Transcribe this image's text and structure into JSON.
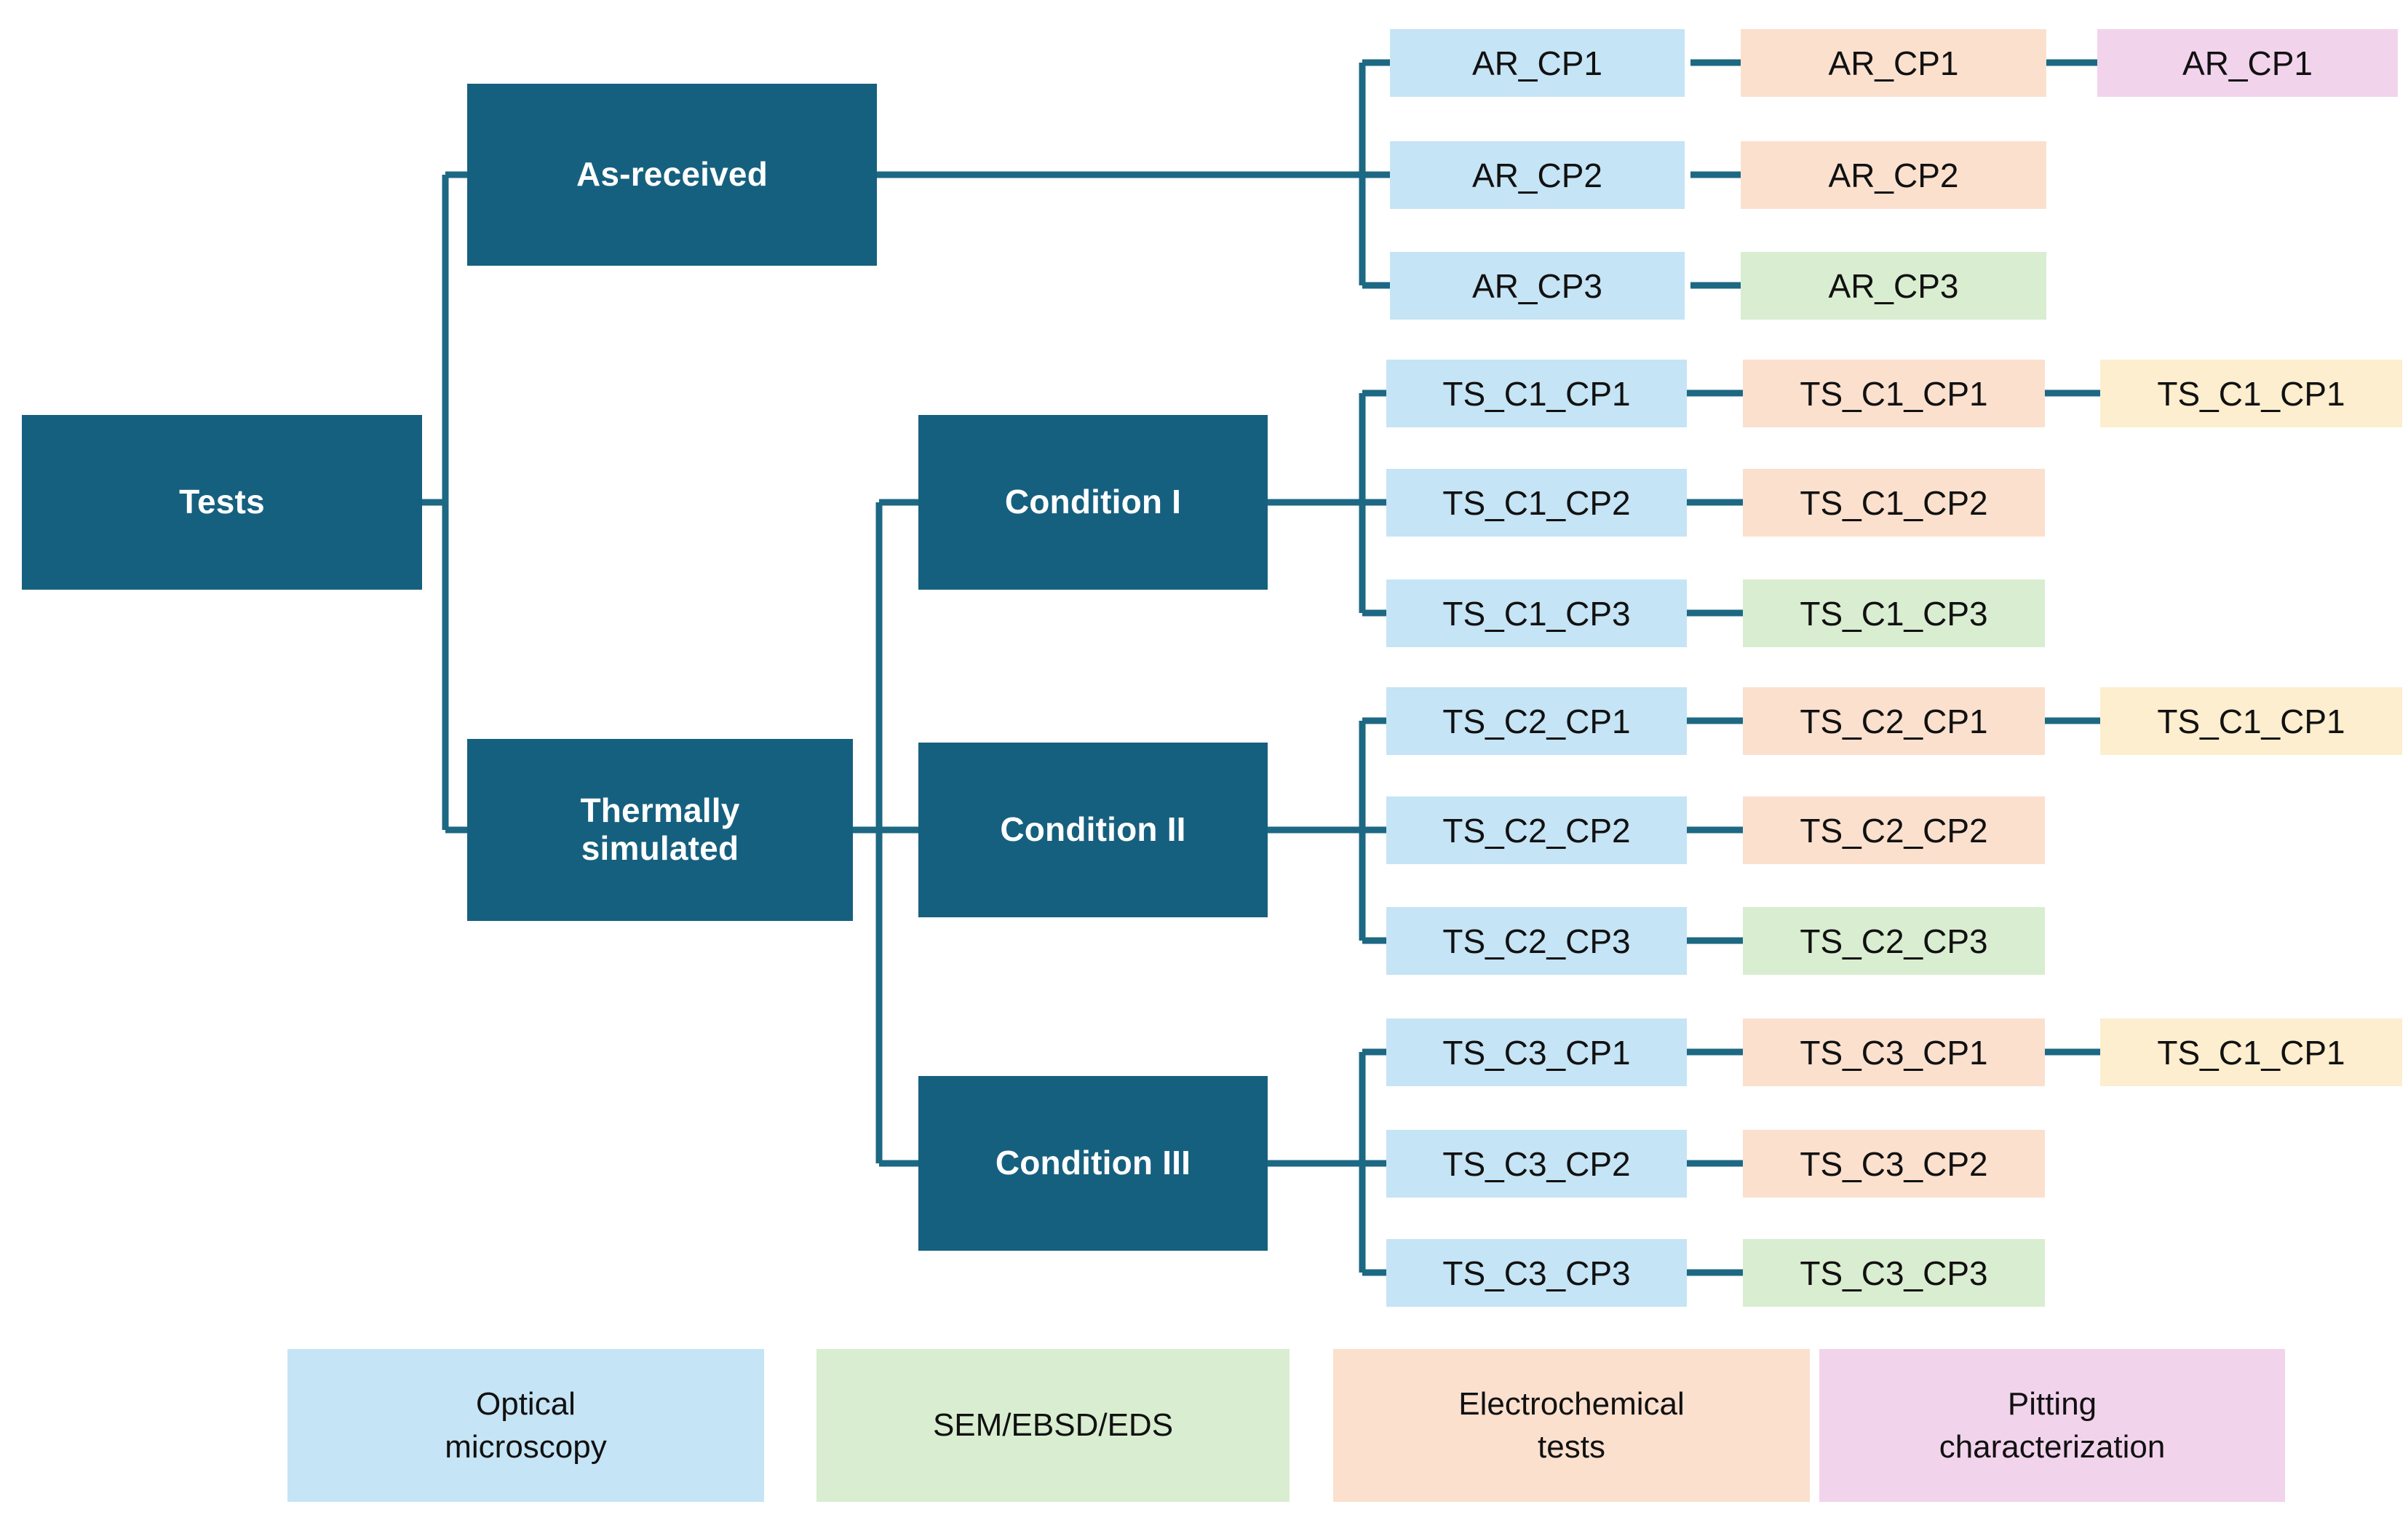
{
  "theme": {
    "dark_node": "#16607f",
    "connector": "#1d6883",
    "optical_microscopy": "#c5e4f5",
    "electrochemical_tests": "#fbe0ce",
    "sem_ebsd_eds": "#d9edd0",
    "pitting_characterization": "#f2d3ec",
    "yellow_box": "#fceece",
    "background": "#ffffff"
  },
  "root": {
    "label": "Tests"
  },
  "branches": [
    {
      "label": "As-received"
    },
    {
      "label": "Thermally\nsimulated",
      "line1": "Thermally",
      "line2": "simulated"
    }
  ],
  "conditions": [
    {
      "label": "Condition I"
    },
    {
      "label": "Condition II"
    },
    {
      "label": "Condition III"
    }
  ],
  "groups": [
    {
      "parent": "As-received",
      "rows": [
        {
          "optical": "AR_CP1",
          "electrochemical": "AR_CP1",
          "extra": "AR_CP1",
          "extra_color": "pink"
        },
        {
          "optical": "AR_CP2",
          "electrochemical": "AR_CP2"
        },
        {
          "optical": "AR_CP3",
          "sem": "AR_CP3"
        }
      ]
    },
    {
      "parent": "Condition I",
      "rows": [
        {
          "optical": "TS_C1_CP1",
          "electrochemical": "TS_C1_CP1",
          "extra": "TS_C1_CP1",
          "extra_color": "yellow"
        },
        {
          "optical": "TS_C1_CP2",
          "electrochemical": "TS_C1_CP2"
        },
        {
          "optical": "TS_C1_CP3",
          "sem": "TS_C1_CP3"
        }
      ]
    },
    {
      "parent": "Condition II",
      "rows": [
        {
          "optical": "TS_C2_CP1",
          "electrochemical": "TS_C2_CP1",
          "extra": "TS_C1_CP1",
          "extra_color": "yellow"
        },
        {
          "optical": "TS_C2_CP2",
          "electrochemical": "TS_C2_CP2"
        },
        {
          "optical": "TS_C2_CP3",
          "sem": "TS_C2_CP3"
        }
      ]
    },
    {
      "parent": "Condition III",
      "rows": [
        {
          "optical": "TS_C3_CP1",
          "electrochemical": "TS_C3_CP1",
          "extra": "TS_C1_CP1",
          "extra_color": "yellow"
        },
        {
          "optical": "TS_C3_CP2",
          "electrochemical": "TS_C3_CP2"
        },
        {
          "optical": "TS_C3_CP3",
          "sem": "TS_C3_CP3"
        }
      ]
    }
  ],
  "legend": [
    {
      "label": "Optical\nmicroscopy",
      "line1": "Optical",
      "line2": "microscopy",
      "color": "blue"
    },
    {
      "label": "SEM/EBSD/EDS",
      "line1": "SEM/EBSD/EDS",
      "line2": "",
      "color": "green"
    },
    {
      "label": "Electrochemical\ntests",
      "line1": "Electrochemical",
      "line2": "tests",
      "color": "orange"
    },
    {
      "label": "Pitting\ncharacterization",
      "line1": "Pitting",
      "line2": "characterization",
      "color": "pink"
    }
  ]
}
